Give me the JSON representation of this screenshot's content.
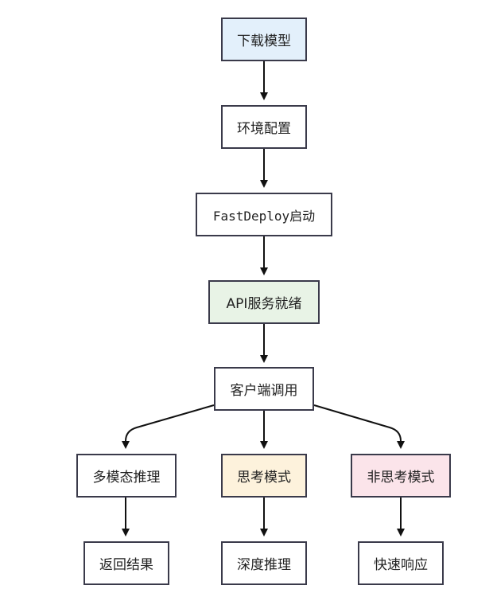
{
  "nodes": {
    "download_model": "下载模型",
    "env_config": "环境配置",
    "fastdeploy_start": "FastDeploy启动",
    "api_ready": "API服务就绪",
    "client_call": "客户端调用",
    "multimodal_infer": "多模态推理",
    "thinking_mode": "思考模式",
    "non_thinking_mode": "非思考模式",
    "return_result": "返回结果",
    "deep_reasoning": "深度推理",
    "fast_response": "快速响应"
  },
  "colors": {
    "download_model": "#e3f0fb",
    "api_ready": "#e8f3e6",
    "thinking_mode": "#fdf2dc",
    "non_thinking_mode": "#fbe4ea",
    "border": "#3a3a4a",
    "edge": "#111111"
  }
}
